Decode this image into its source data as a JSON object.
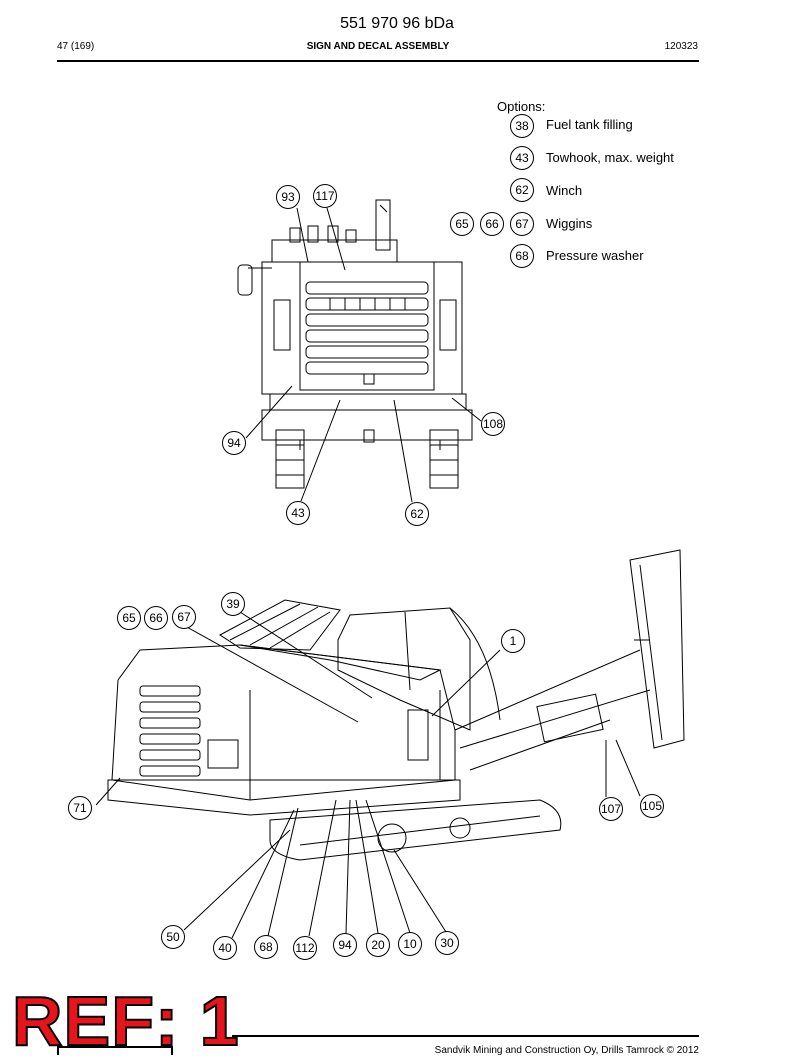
{
  "header": {
    "doc_number": "551 970 96 bDa",
    "page": "47 (169)",
    "title": "SIGN AND DECAL ASSEMBLY",
    "date": "120323"
  },
  "options": {
    "title": "Options:",
    "items": [
      {
        "refs": [
          "38"
        ],
        "label": "Fuel tank filling"
      },
      {
        "refs": [
          "43"
        ],
        "label": "Towhook, max. weight"
      },
      {
        "refs": [
          "62"
        ],
        "label": "Winch"
      },
      {
        "refs": [
          "65",
          "66",
          "67"
        ],
        "label": "Wiggins"
      },
      {
        "refs": [
          "68"
        ],
        "label": "Pressure washer"
      }
    ]
  },
  "rear_view_callouts": [
    "93",
    "117",
    "108",
    "94",
    "43",
    "62"
  ],
  "side_view_callouts": [
    "39",
    "65",
    "66",
    "67",
    "1",
    "71",
    "107",
    "105",
    "50",
    "40",
    "68",
    "112",
    "94",
    "20",
    "10",
    "30"
  ],
  "stamp": "REF: 1",
  "footer": "Sandvik Mining and Construction Oy, Drills Tamrock © 2012"
}
